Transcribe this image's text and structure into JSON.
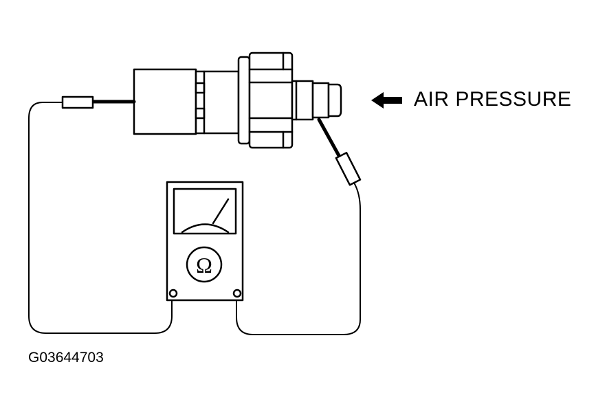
{
  "diagram": {
    "label_air_pressure": "AIR PRESSURE",
    "figure_id": "G03644703",
    "meter_symbol": "Ω"
  },
  "colors": {
    "ink": "#000000",
    "background": "#ffffff"
  }
}
